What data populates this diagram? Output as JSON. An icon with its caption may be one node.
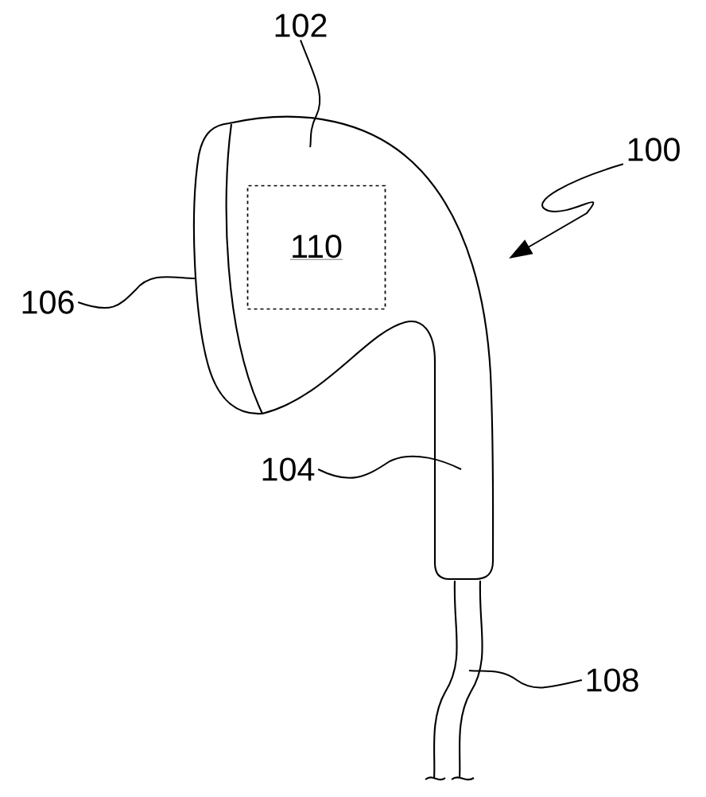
{
  "diagram": {
    "nodes": [
      {
        "text": [
          "102"
        ]
      },
      {
        "text": [
          "100"
        ]
      },
      {
        "text": [
          "110"
        ]
      },
      {
        "text": [
          "106"
        ]
      },
      {
        "text": [
          "104"
        ]
      },
      {
        "text": [
          "108"
        ]
      }
    ],
    "edges": [
      {
        "from": 0,
        "to": null,
        "arrow": "none"
      },
      {
        "from": 1,
        "to": null,
        "arrow": "to"
      },
      {
        "from": 3,
        "to": null,
        "arrow": "none"
      },
      {
        "from": 4,
        "to": null,
        "arrow": "none"
      },
      {
        "from": 5,
        "to": null,
        "arrow": "none"
      }
    ]
  }
}
